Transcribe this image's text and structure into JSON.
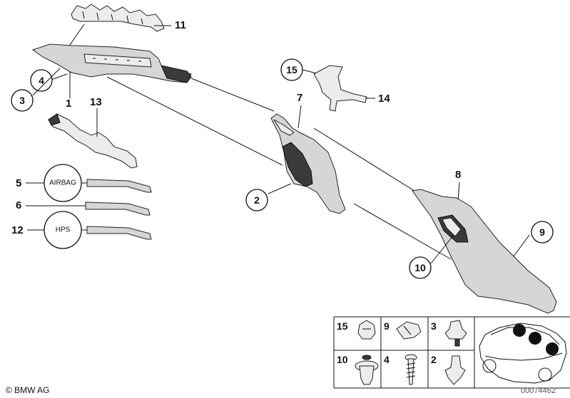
{
  "callouts": {
    "n1": "1",
    "n2": "2",
    "n3": "3",
    "n4": "4",
    "n5": "5",
    "n6": "6",
    "n7": "7",
    "n8": "8",
    "n9": "9",
    "n10": "10",
    "n11": "11",
    "n12": "12",
    "n13": "13",
    "n14": "14",
    "n15": "15"
  },
  "tags": {
    "airbag": "AIRBAG",
    "hps": "HPS"
  },
  "fastener_grid": {
    "row1": [
      "15",
      "9",
      "3"
    ],
    "row2": [
      "10",
      "4",
      "2"
    ]
  },
  "footer": {
    "copyright": "© BMW AG",
    "diagram_id": "00074462"
  }
}
